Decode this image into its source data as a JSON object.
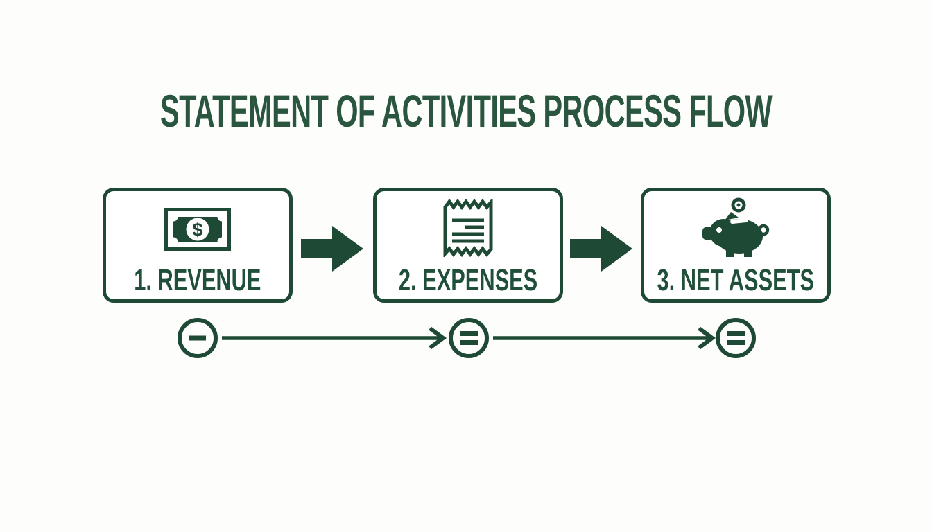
{
  "title": "STATEMENT OF ACTIVITIES PROCESS FLOW",
  "colors": {
    "ink_green": "#1e4934",
    "title_green": "#2a5640",
    "background": "#fdfdfc"
  },
  "flow": {
    "steps": [
      {
        "label": "1. REVENUE",
        "icon": "dollar-bill-icon"
      },
      {
        "label": "2. EXPENSES",
        "icon": "receipt-icon"
      },
      {
        "label": "3. NET ASSETS",
        "icon": "piggy-bank-icon"
      }
    ],
    "step_connector": "solid-right-arrow"
  },
  "operators": [
    {
      "symbol": "−",
      "meaning": "minus"
    },
    {
      "symbol": "=",
      "meaning": "equals"
    },
    {
      "symbol": "=",
      "meaning": "equals"
    }
  ]
}
